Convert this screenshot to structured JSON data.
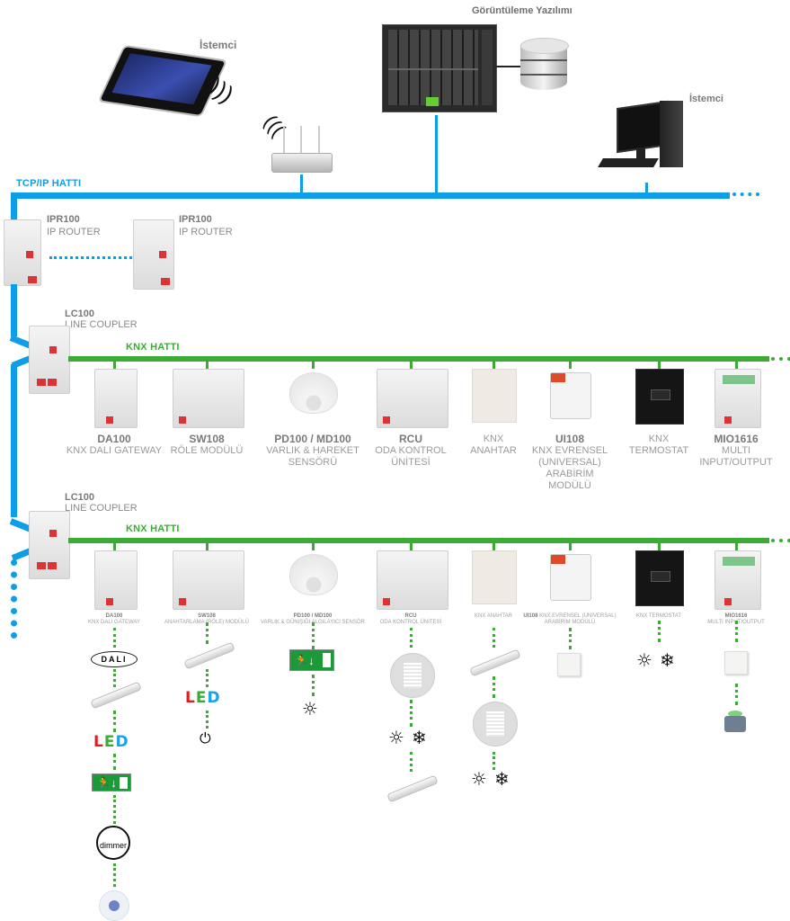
{
  "top": {
    "server_label": "Görüntüleme Yazılımı",
    "tablet_label": "İstemci",
    "desktop_label": "İstemci"
  },
  "tcpip": {
    "label": "TCP/IP HATTI",
    "color": "#0d9ee8"
  },
  "routers": [
    {
      "model": "IPR100",
      "desc": "IP ROUTER"
    },
    {
      "model": "IPR100",
      "desc": "IP ROUTER"
    }
  ],
  "lines": [
    {
      "coupler": {
        "model": "LC100",
        "desc": "LINE COUPLER"
      },
      "label": "KNX HATTI",
      "devices": [
        {
          "model": "DA100",
          "desc": [
            "KNX DALI GATEWAY"
          ]
        },
        {
          "model": "SW108",
          "desc": [
            "RÖLE MODÜLÜ"
          ]
        },
        {
          "model": "PD100 / MD100",
          "desc": [
            "VARLIK & HAREKET",
            "SENSÖRÜ"
          ]
        },
        {
          "model": "RCU",
          "desc": [
            "ODA KONTROL",
            "ÜNİTESİ"
          ]
        },
        {
          "model": "",
          "desc": [
            "KNX",
            "ANAHTAR"
          ]
        },
        {
          "model": "UI108",
          "desc": [
            "KNX EVRENSEL",
            "(UNIVERSAL)",
            "ARABİRİM",
            "MODÜLÜ"
          ]
        },
        {
          "model": "",
          "desc": [
            "KNX",
            "TERMOSTAT"
          ]
        },
        {
          "model": "MIO1616",
          "desc": [
            "MULTI",
            "INPUT/OUTPUT"
          ]
        }
      ]
    },
    {
      "coupler": {
        "model": "LC100",
        "desc": "LINE COUPLER"
      },
      "label": "KNX HATTI",
      "devices": [
        {
          "model": "DA100",
          "desc": "KNX DALI GATEWAY"
        },
        {
          "model": "SW108",
          "desc": "ANAHTARLAMA (RÖLE) MODÜLÜ"
        },
        {
          "model": "PD100 / MD100",
          "desc": "VARLIK & GÜNIŞIĞI ALGILAYICI SENSÖR"
        },
        {
          "model": "RCU",
          "desc": "ODA KONTROL ÜNİTESİ"
        },
        {
          "model": "",
          "desc": "KNX ANAHTAR"
        },
        {
          "model": "UI108",
          "desc": "KNX EVRENSEL (UNIVERSAL) ARABİRİM MODÜLÜ"
        },
        {
          "model": "",
          "desc": "KNX TERMOSTAT"
        },
        {
          "model": "MIO1616",
          "desc": "MULTI INPUT/OUTPUT"
        }
      ]
    }
  ],
  "loads": {
    "dali_text": "DALI",
    "led_letters": [
      "L",
      "E",
      "D"
    ],
    "led_colors": [
      "#e02020",
      "#3bab35",
      "#1aa3e8"
    ],
    "dimmer_text": "dimmer",
    "sun_glyph": "☼",
    "snow_glyph": "❄",
    "power_glyph": "⏻",
    "exit_glyph": "🏃↓"
  },
  "colors": {
    "knx_green": "#3bab35",
    "tcp_blue": "#0d9ee8"
  }
}
